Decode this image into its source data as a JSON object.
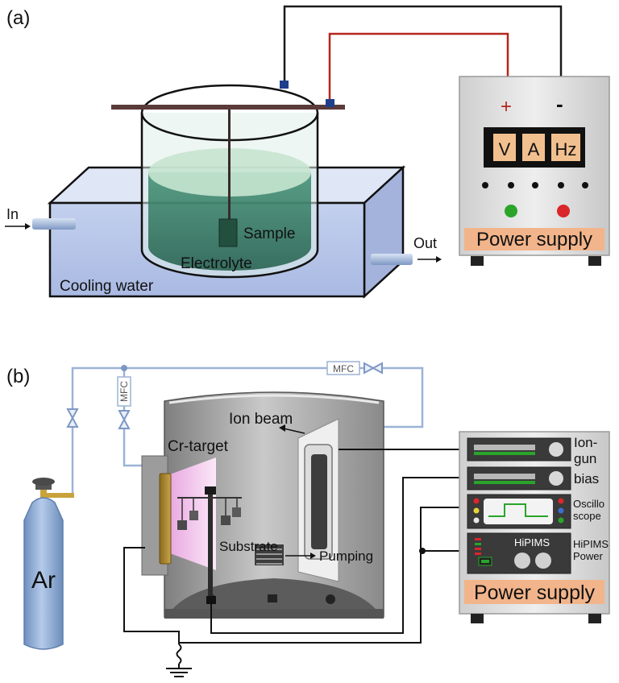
{
  "panel_a": {
    "label": "(a)",
    "in_label": "In",
    "out_label": "Out",
    "sample_label": "Sample",
    "electrolyte_label": "Electrolyte",
    "cooling_water_label": "Cooling water",
    "plus_sign": "+",
    "minus_sign": "-",
    "display_v": "V",
    "display_a": "A",
    "display_hz": "Hz",
    "power_supply_label": "Power supply"
  },
  "panel_b": {
    "label": "(b)",
    "mfc_top": "MFC",
    "mfc_side": "MFC",
    "ion_beam_label": "Ion beam",
    "cr_target_label": "Cr-target",
    "substrate_label": "Substrate",
    "pumping_label": "Pumping",
    "ar_label": "Ar",
    "ion_gun_line1": "Ion-",
    "ion_gun_line2": "gun",
    "bias_label": "bias",
    "oscillo_line1": "Oscillo",
    "oscillo_line2": "scope",
    "hipims_unit_label": "HiPIMS",
    "hipims_power_line1": "HiPIMS",
    "hipims_power_line2": "Power",
    "power_supply_label": "Power supply"
  },
  "colors": {
    "wire_black": "#1a1a1a",
    "wire_red": "#b3261e",
    "gas_line": "#9bb3d6",
    "water": "#b9c8e8",
    "electrolyte": "#2f7d62",
    "cabinet": "#e3e3e3",
    "label_band": "#f2b48a",
    "led_green": "#2aa52a",
    "led_red": "#d9272a",
    "chamber": "#a8a8a8",
    "plasma": "#f3c6ee",
    "ar_bottle": "#8faed6"
  }
}
